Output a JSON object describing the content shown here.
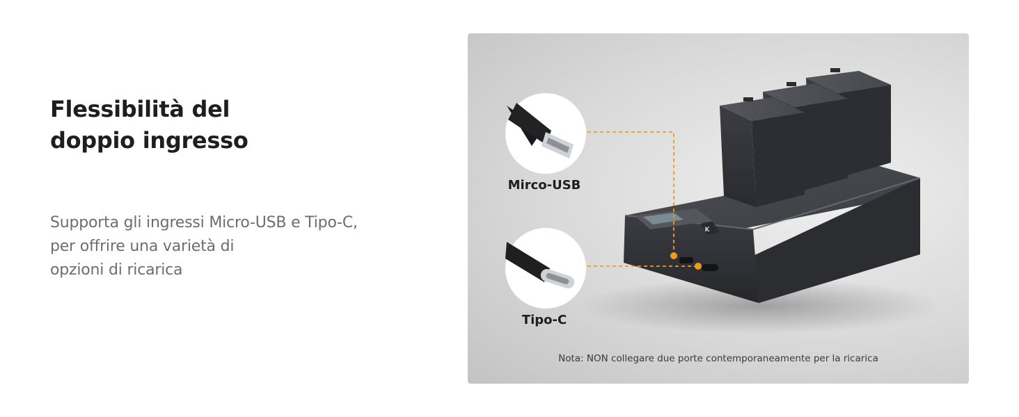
{
  "headline": {
    "line1": "Flessibilità del",
    "line2": "doppio ingresso"
  },
  "description": {
    "line1": "Supporta gli ingressi Micro-USB e Tipo-C,",
    "line2": "per offrire una varietà di",
    "line3": "opzioni di ricarica"
  },
  "product_image": {
    "callouts": {
      "micro_usb_label": "Mirco-USB",
      "type_c_label": "Tipo-C"
    },
    "note": "Nota: NON collegare due porte contemporaneamente per la ricarica",
    "accent_color": "#f39a1e"
  }
}
